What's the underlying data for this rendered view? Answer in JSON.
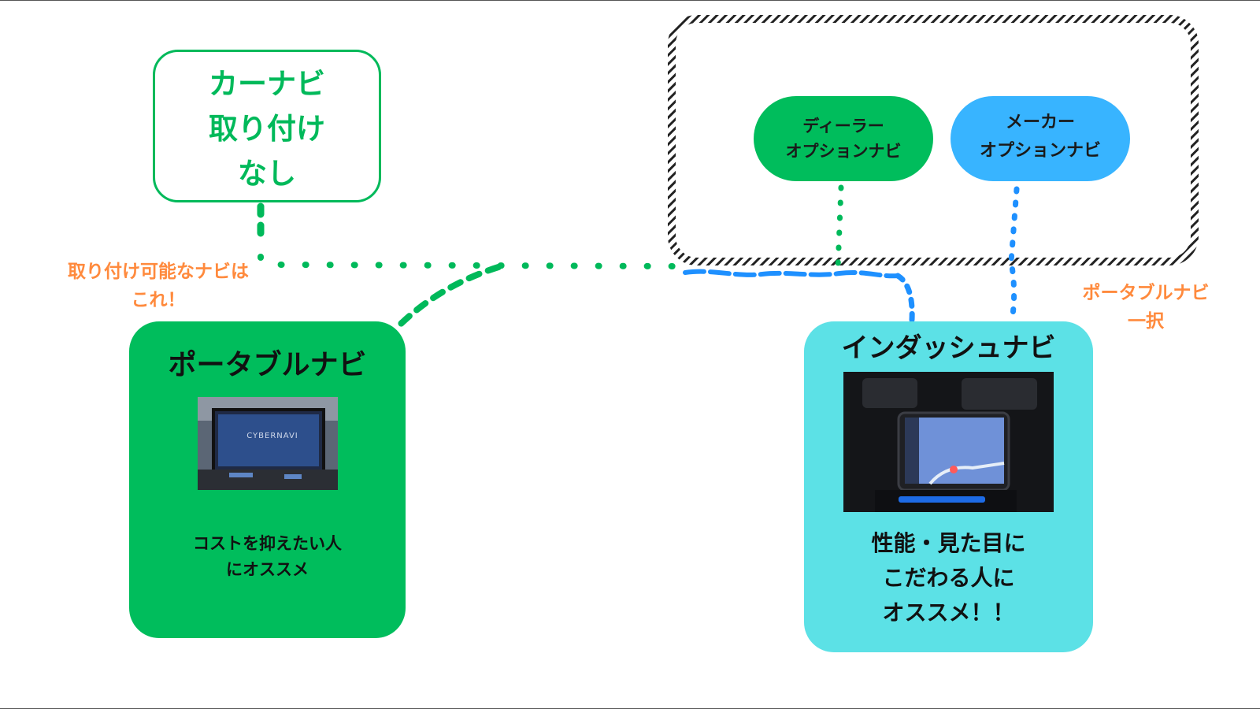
{
  "diagram": {
    "no_nav_box": {
      "line1": "カーナビ",
      "line2": "取り付け",
      "line3": "なし"
    },
    "dealer_box": {
      "line1": "ディーラー",
      "line2": "オプションナビ"
    },
    "maker_box": {
      "line1": "メーカー",
      "line2": "オプションナビ"
    },
    "portable_box": {
      "title": "ポータブルナビ",
      "desc_line1": "コストを抑えたい人",
      "desc_line2": "にオススメ",
      "photo_caption": "CYBERNAVI"
    },
    "indash_box": {
      "title": "インダッシュナビ",
      "desc_line1": "性能・見た目に",
      "desc_line2": "こだわる人に",
      "desc_line3": "オススメ！！"
    },
    "note_left": {
      "line1": "取り付け可能なナビは",
      "line2": "これ！"
    },
    "note_right": {
      "line1": "ポータブルナビ",
      "line2": "一択"
    }
  },
  "colors": {
    "green": "#00bd5c",
    "blue": "#38b4ff",
    "cyan": "#5ce1e6",
    "orange": "#ff8a3d",
    "rope": "#222222"
  }
}
